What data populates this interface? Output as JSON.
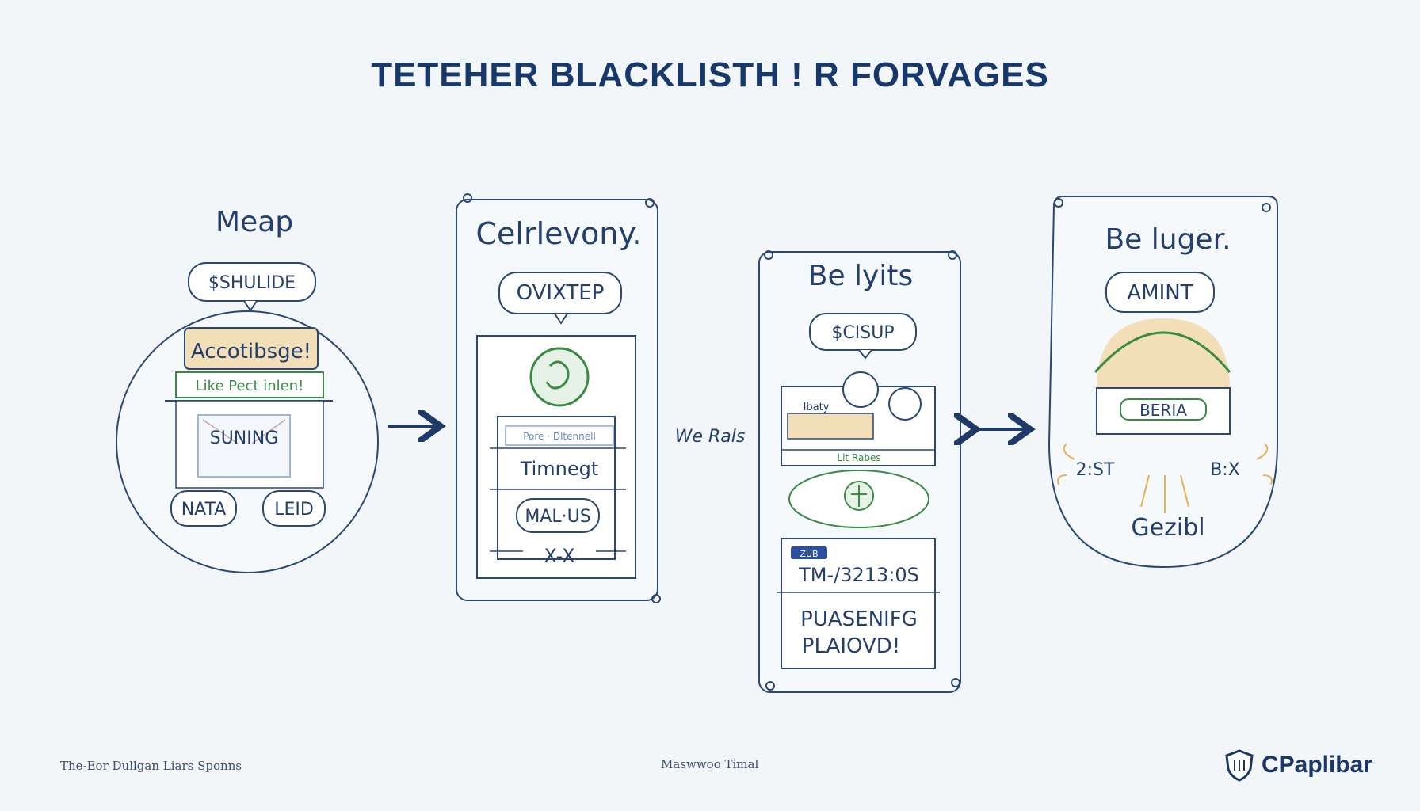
{
  "title": "TETEHER BLACKLISTH ! R FORVAGES",
  "panel1": {
    "heading": "Meap",
    "bubble": "$SHULIDE",
    "tag": "Accotibsge!",
    "line": "Like Pect inlen!",
    "box": "SUNING",
    "left_pill": "NATA",
    "right_pill": "LEID"
  },
  "panel2": {
    "heading": "Celrlevony.",
    "bubble": "OVIXTEP",
    "field": "Pore · Dltennell",
    "row1": "Timnegt",
    "row2": "MAL·US",
    "row3": "X-X"
  },
  "connector_label": "We Rals",
  "panel3": {
    "heading": "Be lyits",
    "bubble": "$CISUP",
    "scene_label": "Ibaty",
    "scene_caption": "Lit Rabes",
    "badge": "ZUB",
    "time": "TM-/3213:0S",
    "note_line1": "PUASENIFG",
    "note_line2": "PLAIOVD!"
  },
  "panel4": {
    "heading": "Be luger.",
    "bubble": "AMINT",
    "label": "BERIA",
    "left_value": "2:ST",
    "right_value": "B:X",
    "bottom": "Gezibl"
  },
  "footer": {
    "left": "The-Eor Dullgan Liars Sponns",
    "center": "Maswwoo Timal",
    "brand": "CPaplibar"
  },
  "colors": {
    "ink": "#1f3a66",
    "green": "#3a8a45",
    "tan": "#f2dfb8",
    "background": "#f2f6f9"
  }
}
